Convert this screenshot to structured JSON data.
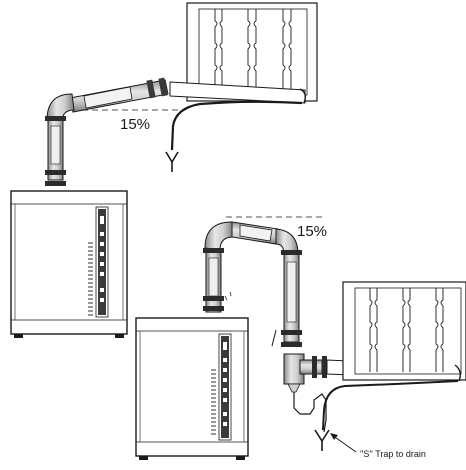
{
  "upper_assembly": {
    "slope_label": "15%"
  },
  "lower_assembly": {
    "slope_label": "15%",
    "trap_label": "''S'' Trap to drain"
  },
  "colors": {
    "stroke": "#1a1a1a",
    "pipe_fill": "#d9d9d9",
    "pipe_shade": "#9a9a9a",
    "dark": "#2b2b2b"
  }
}
